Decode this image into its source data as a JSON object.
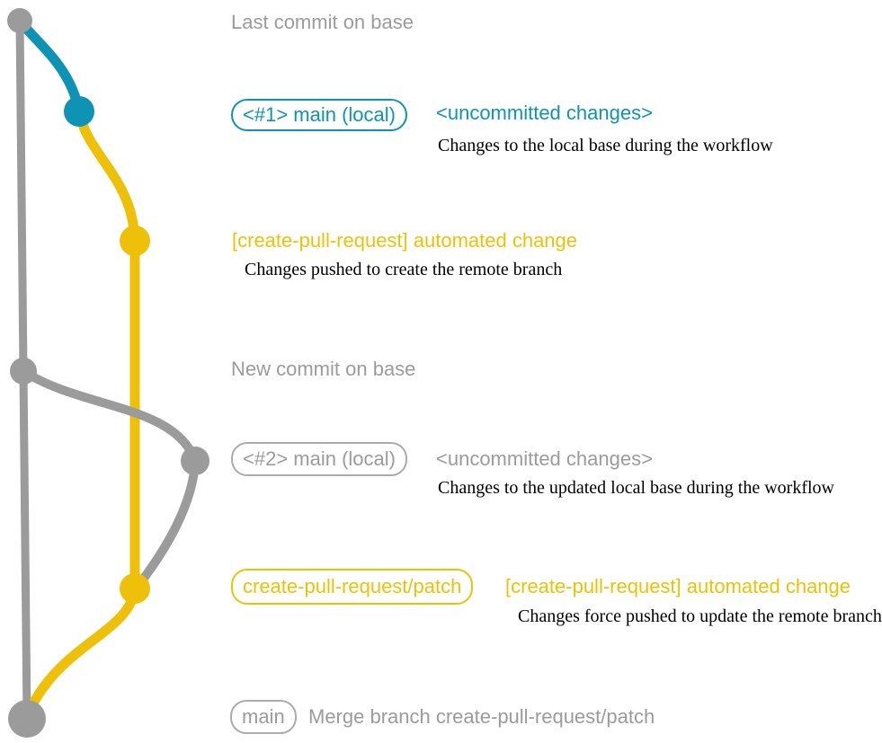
{
  "colors": {
    "gray": "#9b9b9b",
    "teal": "#0f93b5",
    "yellow": "#eec00a",
    "badge_gray_border": "#ababab",
    "desc_text": "#000000"
  },
  "graph": {
    "description": "Git commit graph for create-pull-request workflow",
    "commits": [
      {
        "id": "base-top",
        "color": "gray"
      },
      {
        "id": "local-main-1",
        "color": "teal"
      },
      {
        "id": "remote-branch-commit-1",
        "color": "yellow"
      },
      {
        "id": "base-new",
        "color": "gray"
      },
      {
        "id": "local-main-2",
        "color": "gray"
      },
      {
        "id": "remote-branch-commit-2",
        "color": "yellow"
      },
      {
        "id": "merge-commit",
        "color": "gray"
      }
    ]
  },
  "annotations": {
    "heading_last_commit": "Last commit on base",
    "heading_new_commit": "New commit on base",
    "row1": {
      "badge": "<#1> main (local)",
      "label": "<uncommitted changes>",
      "desc": "Changes to the local base during the workflow"
    },
    "row2": {
      "label": "[create-pull-request] automated change",
      "desc": "Changes pushed to create the remote branch"
    },
    "row3": {
      "badge": "<#2> main (local)",
      "label": "<uncommitted changes>",
      "desc": "Changes to the updated local base during the workflow"
    },
    "row4": {
      "badge": "create-pull-request/patch",
      "label": "[create-pull-request] automated change",
      "desc": "Changes force pushed to update the remote branch"
    },
    "row5": {
      "badge": "main",
      "label": "Merge branch create-pull-request/patch"
    }
  }
}
